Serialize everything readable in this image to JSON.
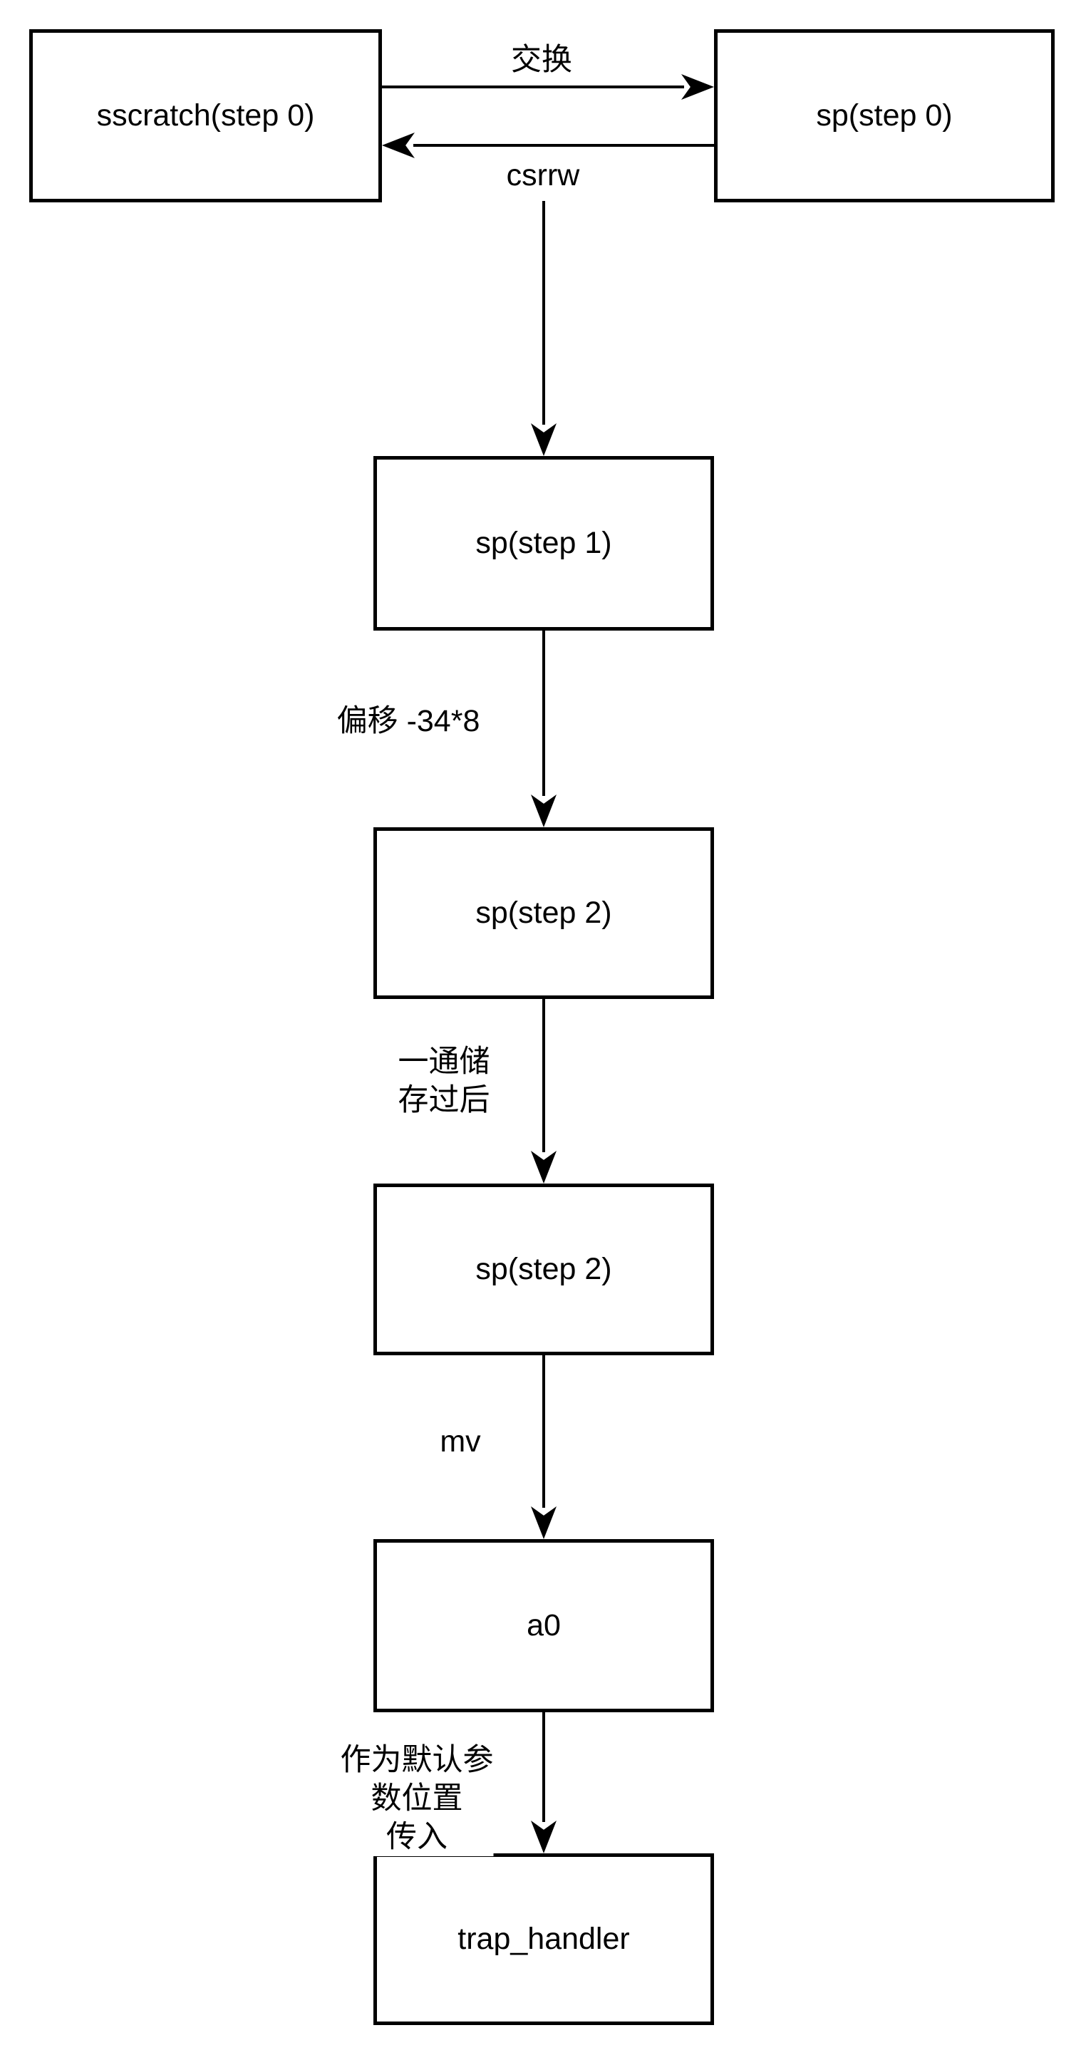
{
  "diagram": {
    "type": "flowchart",
    "background_color": "#ffffff",
    "stroke_color": "#000000",
    "text_color": "#000000",
    "nodes": {
      "sscratch": {
        "label": "sscratch(step 0)"
      },
      "sp_step0": {
        "label": "sp(step 0)"
      },
      "sp_step1": {
        "label": "sp(step 1)"
      },
      "sp_step2_a": {
        "label": "sp(step 2)"
      },
      "sp_step2_b": {
        "label": "sp(step 2)"
      },
      "a0": {
        "label": "a0"
      },
      "trap_handler": {
        "label": "trap_handler"
      }
    },
    "edges": {
      "swap": {
        "label": "交换",
        "from": "sscratch",
        "to": "sp_step0",
        "direction": "right"
      },
      "csrrw": {
        "label": "csrrw",
        "from": "sp_step0",
        "to": "sscratch",
        "direction": "left"
      },
      "csrrw_down": {
        "label": "",
        "from": "csrrw",
        "to": "sp_step1",
        "direction": "down"
      },
      "offset": {
        "label": "偏移 -34*8",
        "from": "sp_step1",
        "to": "sp_step2_a",
        "direction": "down"
      },
      "store": {
        "label": "一通储\n存过后",
        "from": "sp_step2_a",
        "to": "sp_step2_b",
        "direction": "down"
      },
      "mv": {
        "label": "mv",
        "from": "sp_step2_b",
        "to": "a0",
        "direction": "down"
      },
      "param": {
        "label": "作为默认参\n数位置\n传入",
        "from": "a0",
        "to": "trap_handler",
        "direction": "down"
      }
    }
  }
}
